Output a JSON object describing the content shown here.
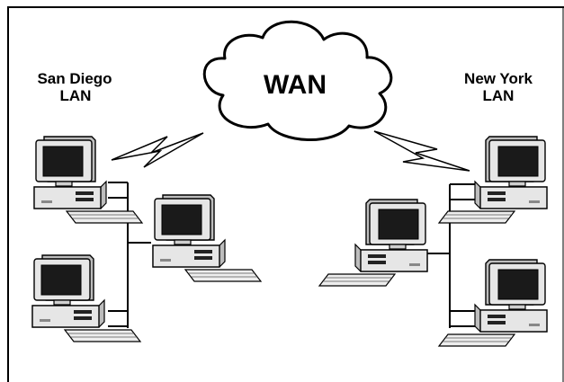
{
  "cloud": {
    "label": "WAN"
  },
  "sites": [
    {
      "id": "san-diego",
      "label_line1": "San Diego",
      "label_line2": "LAN",
      "computer_count": 3
    },
    {
      "id": "new-york",
      "label_line1": "New York",
      "label_line2": "LAN",
      "computer_count": 3
    }
  ],
  "links": [
    {
      "from": "san-diego",
      "to": "wan",
      "type": "wireless-lightning-bolt"
    },
    {
      "from": "wan",
      "to": "new-york",
      "type": "wireless-lightning-bolt"
    }
  ],
  "colors": {
    "line": "#000000",
    "background": "#ffffff",
    "screen": "#1a1a1a",
    "computer_body": "#e6e6e6"
  }
}
